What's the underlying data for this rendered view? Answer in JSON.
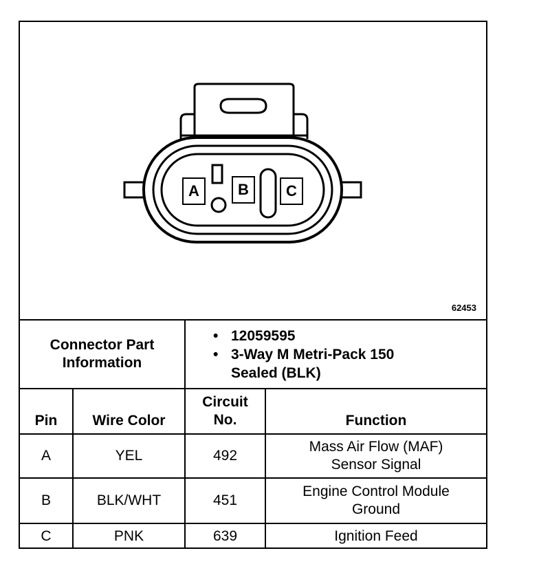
{
  "figure_number": "62453",
  "connector_pins": [
    "A",
    "B",
    "C"
  ],
  "part_info": {
    "label_line1": "Connector Part",
    "label_line2": "Information",
    "bullets": [
      {
        "text": "12059595"
      },
      {
        "text": "3-Way M Metri-Pack 150",
        "continuation": "Sealed (BLK)"
      }
    ]
  },
  "table": {
    "headers": {
      "pin": "Pin",
      "wire_color": "Wire Color",
      "circuit_line1": "Circuit",
      "circuit_line2": "No.",
      "function": "Function"
    },
    "rows": [
      {
        "pin": "A",
        "wire_color": "YEL",
        "circuit": "492",
        "function_line1": "Mass Air Flow (MAF)",
        "function_line2": "Sensor Signal"
      },
      {
        "pin": "B",
        "wire_color": "BLK/WHT",
        "circuit": "451",
        "function_line1": "Engine Control Module",
        "function_line2": "Ground"
      },
      {
        "pin": "C",
        "wire_color": "PNK",
        "circuit": "639",
        "function_line1": "Ignition Feed",
        "function_line2": ""
      }
    ]
  }
}
